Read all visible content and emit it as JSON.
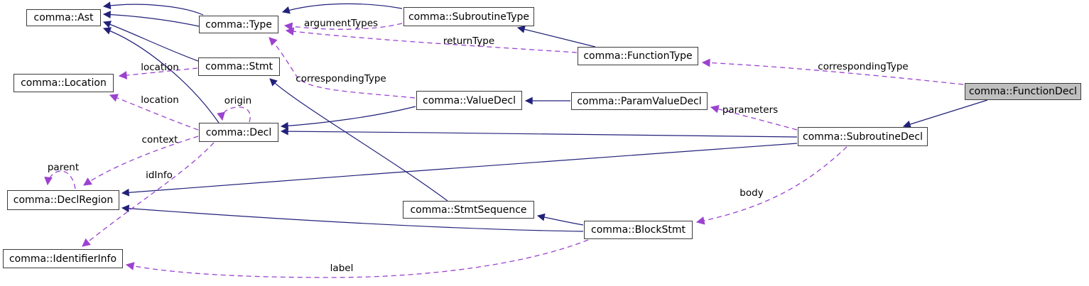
{
  "colors": {
    "inheritance_edge": "#21217a",
    "usage_edge": "#9b42d0",
    "node_border": "#3b3b3b",
    "node_fill": "#ffffff",
    "highlight_node_fill": "#bfbfbf",
    "text": "#000000",
    "background": "#ffffff"
  },
  "nodes": {
    "ast": {
      "label": "comma::Ast"
    },
    "type": {
      "label": "comma::Type"
    },
    "subroutine_type": {
      "label": "comma::SubroutineType"
    },
    "function_type": {
      "label": "comma::FunctionType"
    },
    "function_decl": {
      "label": "comma::FunctionDecl",
      "highlighted": true
    },
    "location": {
      "label": "comma::Location"
    },
    "stmt": {
      "label": "comma::Stmt"
    },
    "value_decl": {
      "label": "comma::ValueDecl"
    },
    "param_value_decl": {
      "label": "comma::ParamValueDecl"
    },
    "decl": {
      "label": "comma::Decl"
    },
    "subroutine_decl": {
      "label": "comma::SubroutineDecl"
    },
    "decl_region": {
      "label": "comma::DeclRegion"
    },
    "stmt_sequence": {
      "label": "comma::StmtSequence"
    },
    "block_stmt": {
      "label": "comma::BlockStmt"
    },
    "identifier_info": {
      "label": "comma::IdentifierInfo"
    }
  },
  "edge_labels": {
    "location_from_stmt": "location",
    "location_from_decl": "location",
    "origin": "origin",
    "context": "context",
    "parent": "parent",
    "id_info": "idInfo",
    "argument_types": "argumentTypes",
    "return_type": "returnType",
    "corresponding_type_left": "correspondingType",
    "corresponding_type_right": "correspondingType",
    "parameters": "parameters",
    "body": "body",
    "label": "label"
  },
  "relations": [
    {
      "from": "comma::Type",
      "to": "comma::Ast",
      "style": "solid"
    },
    {
      "from": "comma::Type",
      "to": "comma::Ast",
      "style": "solid"
    },
    {
      "from": "comma::Stmt",
      "to": "comma::Ast",
      "style": "solid"
    },
    {
      "from": "comma::Decl",
      "to": "comma::Ast",
      "style": "solid"
    },
    {
      "from": "comma::SubroutineType",
      "to": "comma::Type",
      "style": "solid"
    },
    {
      "from": "comma::FunctionType",
      "to": "comma::SubroutineType",
      "style": "solid"
    },
    {
      "from": "comma::ParamValueDecl",
      "to": "comma::ValueDecl",
      "style": "solid"
    },
    {
      "from": "comma::ValueDecl",
      "to": "comma::Decl",
      "style": "solid"
    },
    {
      "from": "comma::SubroutineDecl",
      "to": "comma::Decl",
      "style": "solid"
    },
    {
      "from": "comma::SubroutineDecl",
      "to": "comma::DeclRegion",
      "style": "solid"
    },
    {
      "from": "comma::BlockStmt",
      "to": "comma::DeclRegion",
      "style": "solid"
    },
    {
      "from": "comma::StmtSequence",
      "to": "comma::Stmt",
      "style": "solid"
    },
    {
      "from": "comma::BlockStmt",
      "to": "comma::StmtSequence",
      "style": "solid"
    },
    {
      "from": "comma::FunctionDecl",
      "to": "comma::SubroutineDecl",
      "style": "solid"
    },
    {
      "from": "comma::Stmt",
      "to": "comma::Location",
      "style": "dashed",
      "label": "location"
    },
    {
      "from": "comma::Decl",
      "to": "comma::Location",
      "style": "dashed",
      "label": "location"
    },
    {
      "from": "comma::Decl",
      "to": "comma::Decl",
      "style": "dashed",
      "label": "origin"
    },
    {
      "from": "comma::Decl",
      "to": "comma::DeclRegion",
      "style": "dashed",
      "label": "context"
    },
    {
      "from": "comma::DeclRegion",
      "to": "comma::DeclRegion",
      "style": "dashed",
      "label": "parent"
    },
    {
      "from": "comma::Decl",
      "to": "comma::IdentifierInfo",
      "style": "dashed",
      "label": "idInfo"
    },
    {
      "from": "comma::SubroutineType",
      "to": "comma::Type",
      "style": "dashed",
      "label": "argumentTypes"
    },
    {
      "from": "comma::FunctionType",
      "to": "comma::Type",
      "style": "dashed",
      "label": "returnType"
    },
    {
      "from": "comma::ValueDecl",
      "to": "comma::Type",
      "style": "dashed",
      "label": "correspondingType"
    },
    {
      "from": "comma::FunctionDecl",
      "to": "comma::FunctionType",
      "style": "dashed",
      "label": "correspondingType"
    },
    {
      "from": "comma::SubroutineDecl",
      "to": "comma::ParamValueDecl",
      "style": "dashed",
      "label": "parameters"
    },
    {
      "from": "comma::SubroutineDecl",
      "to": "comma::BlockStmt",
      "style": "dashed",
      "label": "body"
    },
    {
      "from": "comma::BlockStmt",
      "to": "comma::IdentifierInfo",
      "style": "dashed",
      "label": "label"
    }
  ]
}
